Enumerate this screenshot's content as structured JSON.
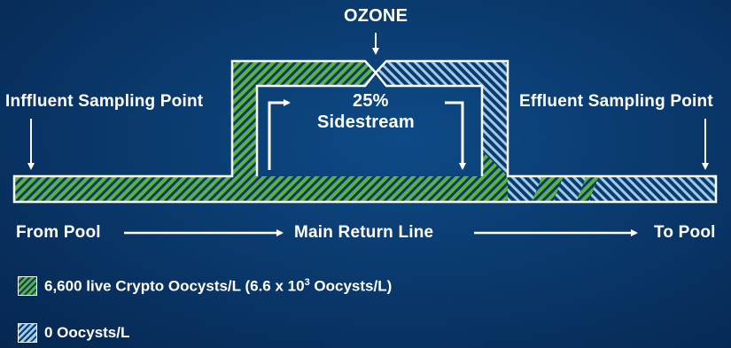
{
  "ozone_label": "OZONE",
  "sidestream_pct": "25%",
  "sidestream_label": "Sidestream",
  "influent_label": "Inffluent Sampling Point",
  "effluent_label": "Effluent Sampling Point",
  "from_pool": "From Pool",
  "main_return": "Main Return Line",
  "to_pool": "To Pool",
  "legend": {
    "green_text": "6,600 live Crypto Oocysts/L (6.6 x 10",
    "green_sup": "3",
    "green_tail": " Oocysts/L)",
    "blue_text": "0 Oocysts/L"
  },
  "colors": {
    "background": "#0a3a6e",
    "contaminated": "#5db23c",
    "clean": "#9fcbe8",
    "line": "#ffffff"
  }
}
